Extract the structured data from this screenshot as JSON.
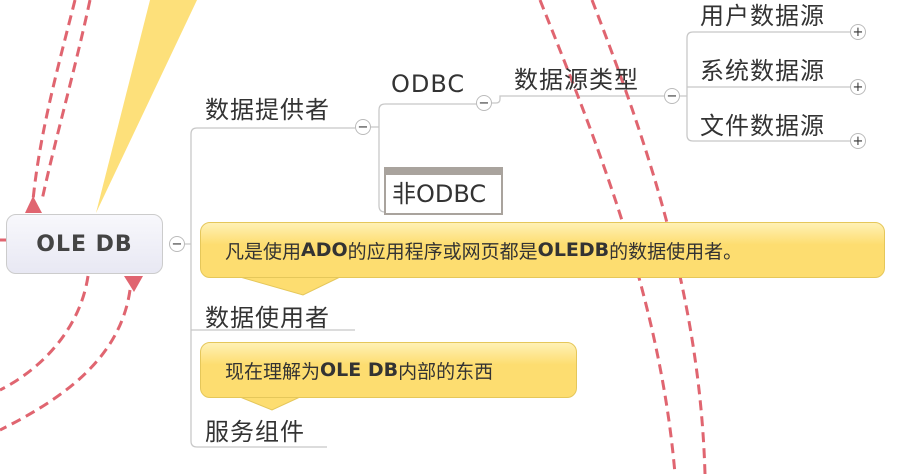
{
  "root": {
    "label": "OLE DB"
  },
  "branches": {
    "provider": {
      "label": "数据提供者"
    },
    "odbc": {
      "label": "ODBC"
    },
    "non_odbc": {
      "label": "非ODBC"
    },
    "ds_types": {
      "label": "数据源类型"
    },
    "ds_items": [
      {
        "label": "用户数据源"
      },
      {
        "label": "系统数据源"
      },
      {
        "label": "文件数据源"
      }
    ],
    "consumer": {
      "label": "数据使用者"
    },
    "service": {
      "label": "服务组件"
    }
  },
  "callouts": {
    "consumer_note": {
      "p1": "凡是使用",
      "b1": "ADO",
      "p2": "的应用程序或网页都是",
      "b2": "OLEDB",
      "p3": "的数据使用者。"
    },
    "service_note": {
      "p1": "现在理解为",
      "b1": "OLE DB",
      "p2": "内部的东西"
    }
  },
  "buttons": {
    "collapse": "−",
    "expand": "+"
  },
  "colors": {
    "relationship": "#e06570",
    "callout": "#fddd70",
    "line": "#c8c8c8"
  }
}
